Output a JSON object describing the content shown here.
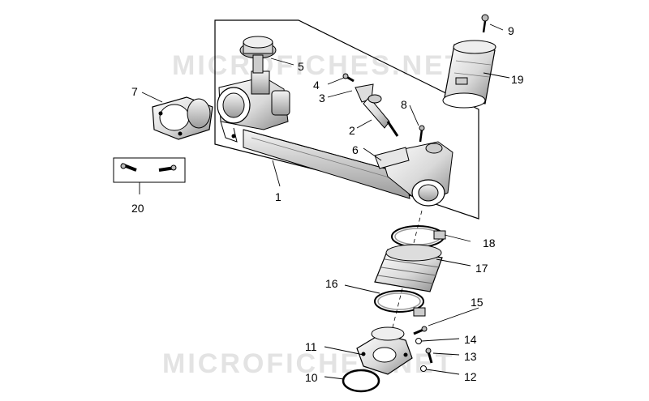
{
  "watermark": {
    "top": "MICROFICHES.NET",
    "bottom": "MICROFICHES.NET"
  },
  "callouts": [
    {
      "id": "p1",
      "label": "1"
    },
    {
      "id": "p2",
      "label": "2"
    },
    {
      "id": "p3",
      "label": "3"
    },
    {
      "id": "p4",
      "label": "4"
    },
    {
      "id": "p5",
      "label": "5"
    },
    {
      "id": "p6",
      "label": "6"
    },
    {
      "id": "p7",
      "label": "7"
    },
    {
      "id": "p8",
      "label": "8"
    },
    {
      "id": "p9",
      "label": "9"
    },
    {
      "id": "p10",
      "label": "10"
    },
    {
      "id": "p11",
      "label": "11"
    },
    {
      "id": "p12",
      "label": "12"
    },
    {
      "id": "p13",
      "label": "13"
    },
    {
      "id": "p14",
      "label": "14"
    },
    {
      "id": "p15",
      "label": "15"
    },
    {
      "id": "p16",
      "label": "16"
    },
    {
      "id": "p17",
      "label": "17"
    },
    {
      "id": "p18",
      "label": "18"
    },
    {
      "id": "p19",
      "label": "19"
    },
    {
      "id": "p20",
      "label": "20"
    }
  ],
  "colors": {
    "line": "#000000",
    "part_fill": "#ffffff",
    "shade": "#bdbdbd",
    "watermark": "#e3e3e3"
  }
}
